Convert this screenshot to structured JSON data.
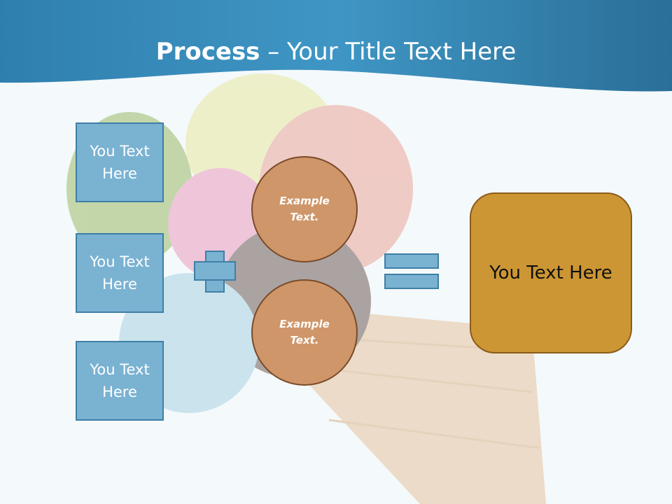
{
  "slide": {
    "title_bold": "Process",
    "title_rest": " – Your Title Text Here",
    "left_boxes": [
      "You Text Here",
      "You Text Here",
      "You Text Here"
    ],
    "circles": [
      "Example Text.",
      "Example Text."
    ],
    "result_text": "You Text Here"
  },
  "colors": {
    "header": "#3a8bb5",
    "box_fill": "#7ab2d2",
    "box_border": "#3f7fa6",
    "circle_fill": "#cf966a",
    "result_fill": "#cd9634"
  },
  "icons": [
    "plus-icon",
    "equals-icon",
    "ice-cream-cone-image"
  ]
}
